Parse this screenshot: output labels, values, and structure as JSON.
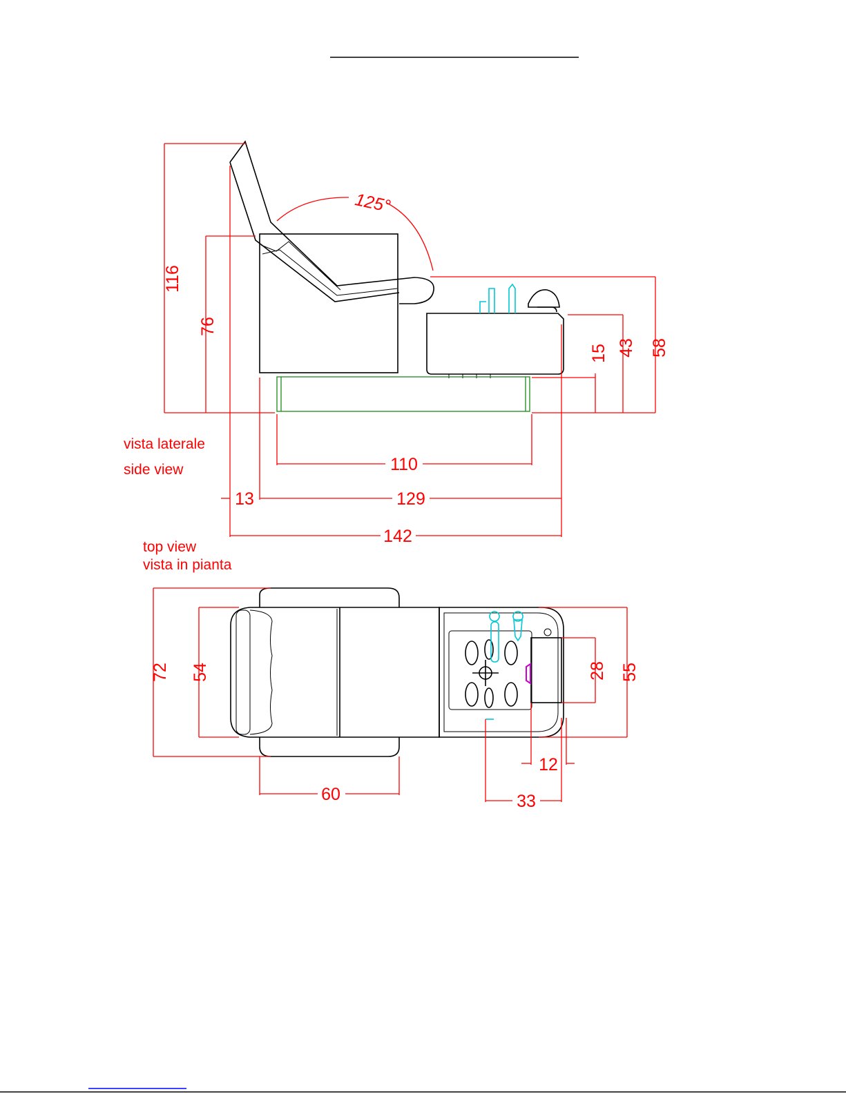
{
  "side_view": {
    "caption_it": "vista laterale",
    "caption_en": "side view",
    "dimensions": {
      "total_height": "116",
      "seat_height": "76",
      "recline_angle": "125°",
      "footrest_height": "58",
      "basin_height": "43",
      "platform_height": "15",
      "platform_length": "110",
      "base_offset": "13",
      "base_length": "129",
      "total_length": "142"
    }
  },
  "top_view": {
    "caption_en": "top view",
    "caption_it": "vista in pianta",
    "dimensions": {
      "total_width": "72",
      "seat_width": "54",
      "armrest_length": "60",
      "basin_width": "55",
      "tray_width": "28",
      "tray_depth": "12",
      "basin_depth": "33"
    }
  },
  "colors": {
    "dimension_lines": "#ff0000",
    "outline": "#000000",
    "fixtures": "#00c8d8",
    "platform": "#1a8a1a",
    "accent": "#cc00cc",
    "link_line": "#0000ff"
  }
}
